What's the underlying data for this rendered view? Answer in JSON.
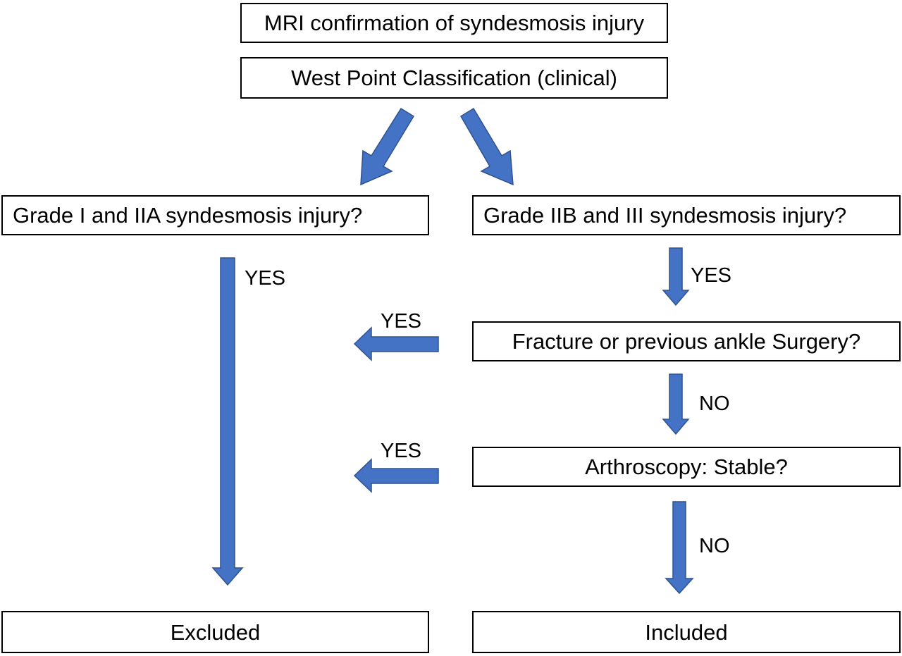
{
  "diagram": {
    "nodes": {
      "mri": "MRI confirmation of syndesmosis injury",
      "west_point": "West Point Classification (clinical)",
      "grade_low": "Grade I and IIA syndesmosis injury?",
      "grade_high": "Grade IIB and III syndesmosis injury?",
      "fracture": "Fracture or previous ankle Surgery?",
      "arthroscopy": "Arthroscopy: Stable?",
      "excluded": "Excluded",
      "included": "Included"
    },
    "edge_labels": {
      "grade_low_yes": "YES",
      "grade_high_yes": "YES",
      "fracture_yes": "YES",
      "fracture_no": "NO",
      "arthroscopy_yes": "YES",
      "arthroscopy_no": "NO"
    },
    "arrow_color": "#4472C4",
    "arrow_stroke": "#2F528F"
  }
}
